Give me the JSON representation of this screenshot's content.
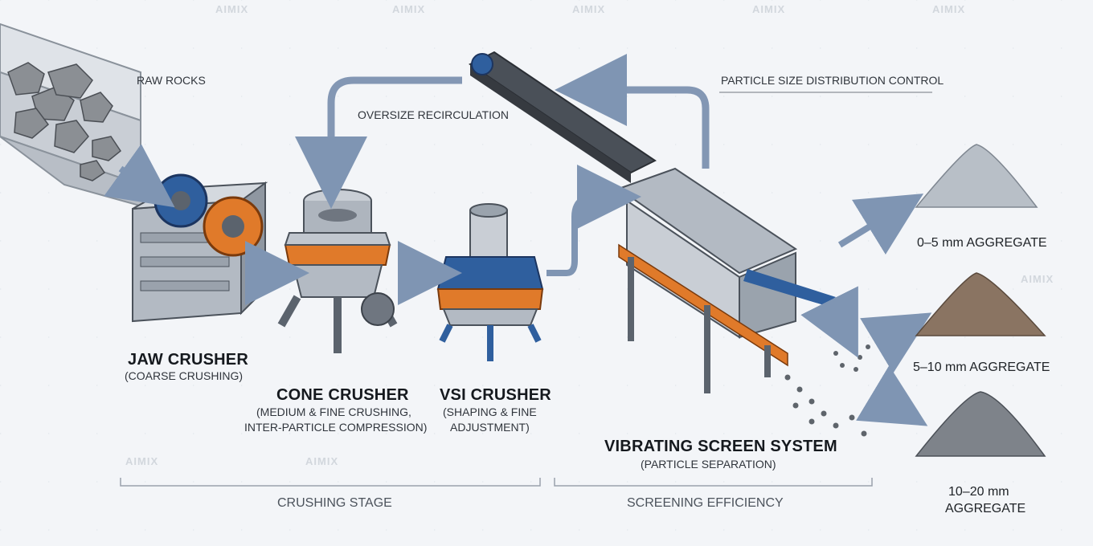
{
  "labels": {
    "raw_rocks": "RAW ROCKS",
    "oversize": "OVERSIZE RECIRCULATION",
    "psd_control": "PARTICLE SIZE DISTRIBUTION CONTROL",
    "jaw_title": "JAW CRUSHER",
    "jaw_sub": "(COARSE CRUSHING)",
    "cone_title": "CONE CRUSHER",
    "cone_sub1": "(MEDIUM & FINE CRUSHING,",
    "cone_sub2": "INTER-PARTICLE COMPRESSION)",
    "vsi_title": "VSI CRUSHER",
    "vsi_sub1": "(SHAPING & FINE",
    "vsi_sub2": "ADJUSTMENT)",
    "screen_title": "VIBRATING SCREEN SYSTEM",
    "screen_sub": "(PARTICLE SEPARATION)",
    "crushing_stage": "CRUSHING STAGE",
    "screening_eff": "SCREENING EFFICIENCY",
    "agg1": "0–5 mm AGGREGATE",
    "agg2": "5–10 mm AGGREGATE",
    "agg3a": "10–20 mm",
    "agg3b": "AGGREGATE"
  },
  "watermark": "AIMIX",
  "colors": {
    "steel": "#9aa3ad",
    "dark_steel": "#5b636d",
    "blue": "#2f5f9e",
    "orange": "#e07a2a",
    "arrow": "#7f95b3",
    "belt": "#4a5058"
  }
}
